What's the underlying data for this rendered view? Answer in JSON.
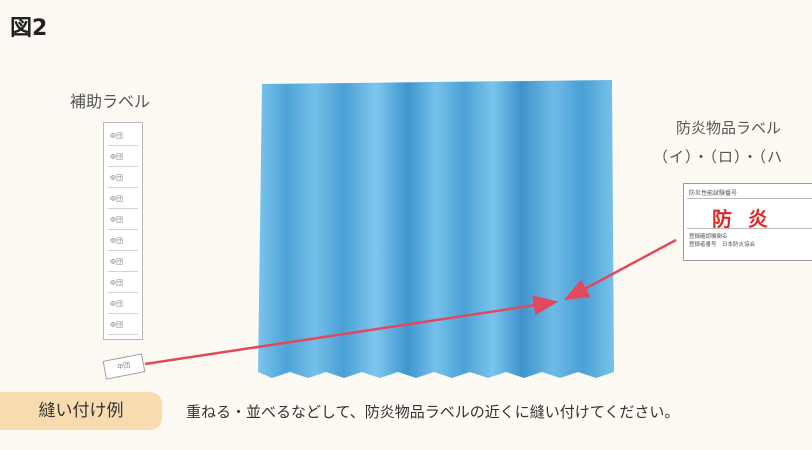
{
  "figure_title": "図2",
  "aux_label": {
    "title": "補助ラベル",
    "item_text": "Ф団",
    "item_count": 10
  },
  "fire_label": {
    "title": "防炎物品ラベル",
    "subtitle": "（イ）・（ロ）・（ハ",
    "header_text": "防炎性能試験番号",
    "big_text": "防炎",
    "small_line1": "登録確認機関名",
    "small_line2": "登録者番号　日本防炎協会"
  },
  "example": {
    "tab_label": "縫い付け例",
    "instruction": "重ねる・並べるなどして、防炎物品ラベルの近くに縫い付けてください。"
  },
  "colors": {
    "curtain_light": "#60b6e4",
    "curtain_dark": "#3d92cc",
    "arrow": "#e04a5c",
    "tab": "#f8dcb0"
  }
}
